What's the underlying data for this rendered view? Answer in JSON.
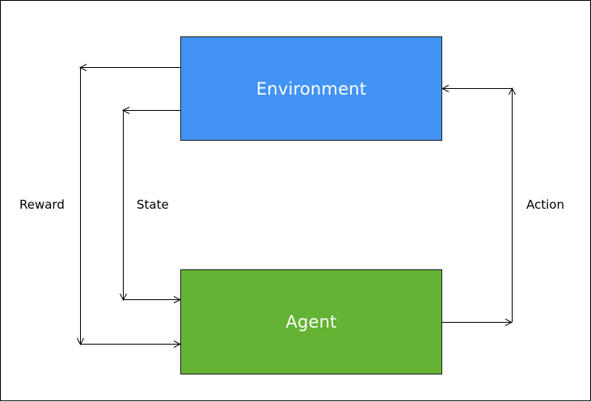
{
  "nodes": {
    "environment": {
      "label": "Environment",
      "fill": "#4293f4"
    },
    "agent": {
      "label": "Agent",
      "fill": "#64b334"
    }
  },
  "edges": {
    "reward": {
      "label": "Reward"
    },
    "state": {
      "label": "State"
    },
    "action": {
      "label": "Action"
    }
  },
  "colors": {
    "line": "#000000",
    "background": "#ffffff"
  }
}
